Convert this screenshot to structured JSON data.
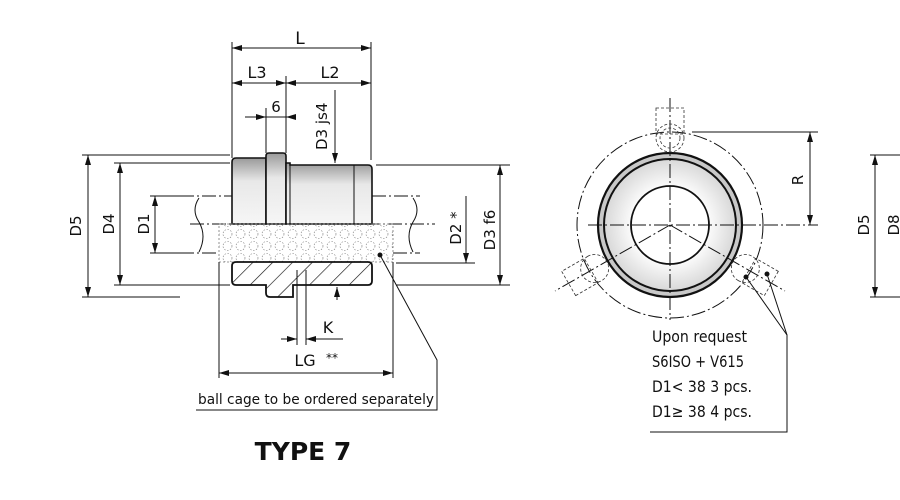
{
  "title": "TYPE 7",
  "side_view": {
    "dims": {
      "L": "L",
      "L3": "L3",
      "L2": "L2",
      "six": "6",
      "D3js4": "D3 js4",
      "D5": "D5",
      "D4": "D4",
      "D1": "D1",
      "D2": "D2 *",
      "D3f6": "D3 f6",
      "K": "K",
      "LG": "LG",
      "LG_note": "**"
    },
    "note": "ball cage to be ordered separately"
  },
  "front_view": {
    "R": "R",
    "notes": [
      "Upon request",
      "S6ISO + V615",
      "D1< 38   3 pcs.",
      "D1≥ 38   4 pcs."
    ]
  },
  "right_view": {
    "D5": "D5",
    "D8": "D8"
  },
  "colors": {
    "line": "#111111",
    "body_light": "#f2f2f2",
    "body_dark": "#9a9a9a",
    "ring": "#c8c8c8"
  }
}
